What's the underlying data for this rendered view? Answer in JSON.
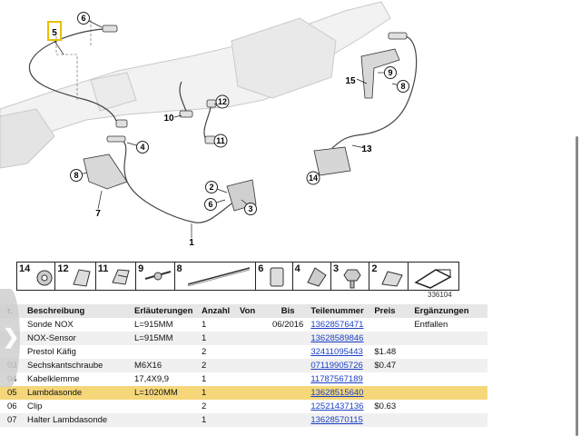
{
  "diagram": {
    "callouts": {
      "c1": "1",
      "c2": "2",
      "c3": "3",
      "c4": "4",
      "c5": "5",
      "c6a": "6",
      "c6b": "6",
      "c7": "7",
      "c8a": "8",
      "c8b": "8",
      "c9": "9",
      "c10": "10",
      "c11": "11",
      "c12": "12",
      "c13": "13",
      "c14": "14",
      "c15": "15"
    }
  },
  "strip": {
    "cells": [
      {
        "num": "14",
        "icon": "nut-icon"
      },
      {
        "num": "12",
        "icon": "clip-icon"
      },
      {
        "num": "11",
        "icon": "clip-icon"
      },
      {
        "num": "9",
        "icon": "cable-tie-icon"
      },
      {
        "num": "8",
        "icon": "cable-strap-icon"
      },
      {
        "num": "6",
        "icon": "clip-icon"
      },
      {
        "num": "4",
        "icon": "cable-clamp-icon"
      },
      {
        "num": "3",
        "icon": "hex-screw-icon"
      },
      {
        "num": "2",
        "icon": "clip-icon"
      },
      {
        "num": "",
        "icon": "arrow-icon"
      }
    ],
    "image_code": "336104"
  },
  "table": {
    "headers": [
      "r.",
      "Beschreibung",
      "Erläuterungen",
      "Anzahl",
      "Von",
      "Bis",
      "Teilenummer",
      "Preis",
      "Ergänzungen"
    ],
    "rows": [
      {
        "nr": "",
        "desc": "Sonde NOX",
        "expl": "L=915MM",
        "qty": "1",
        "from": "",
        "to": "06/2016",
        "part": "13628576471",
        "price": "",
        "notes": "Entfallen",
        "style": "plain"
      },
      {
        "nr": "",
        "desc": "NOX-Sensor",
        "expl": "L=915MM",
        "qty": "1",
        "from": "",
        "to": "",
        "part": "13628589846",
        "price": "",
        "notes": "",
        "style": "alt"
      },
      {
        "nr": "",
        "desc": "Prestol Käfig",
        "expl": "",
        "qty": "2",
        "from": "",
        "to": "",
        "part": "32411095443",
        "price": "$1.48",
        "notes": "",
        "style": "plain"
      },
      {
        "nr": "03",
        "desc": "Sechskantschraube",
        "expl": "M6X16",
        "qty": "2",
        "from": "",
        "to": "",
        "part": "07119905726",
        "price": "$0.47",
        "notes": "",
        "style": "alt"
      },
      {
        "nr": "04",
        "desc": "Kabelklemme",
        "expl": "17,4X9,9",
        "qty": "1",
        "from": "",
        "to": "",
        "part": "11787567189",
        "price": "",
        "notes": "",
        "style": "plain"
      },
      {
        "nr": "05",
        "desc": "Lambdasonde",
        "expl": "L=1020MM",
        "qty": "1",
        "from": "",
        "to": "",
        "part": "13628515640",
        "price": "",
        "notes": "",
        "style": "hl"
      },
      {
        "nr": "06",
        "desc": "Clip",
        "expl": "",
        "qty": "2",
        "from": "",
        "to": "",
        "part": "12521437136",
        "price": "$0.63",
        "notes": "",
        "style": "plain"
      },
      {
        "nr": "07",
        "desc": "Halter Lambdasonde",
        "expl": "",
        "qty": "1",
        "from": "",
        "to": "",
        "part": "13628570115",
        "price": "",
        "notes": "",
        "style": "alt"
      }
    ]
  },
  "nav": {
    "prev_glyph": "❯"
  },
  "colors": {
    "highlight_row": "#f5d77a",
    "highlight_callout": "#e8c000",
    "link": "#1a3fc4",
    "header_bg": "#e6e6e6"
  }
}
